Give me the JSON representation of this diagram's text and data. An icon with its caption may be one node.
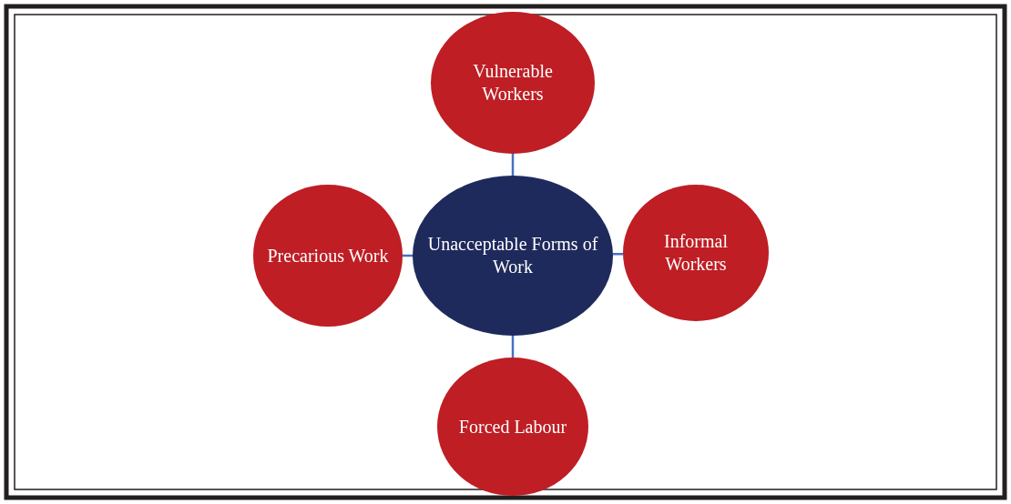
{
  "diagram": {
    "nodes": [
      {
        "text": [
          "Vulnerable Workers"
        ]
      },
      {
        "text": [
          "Precarious Work"
        ]
      },
      {
        "text": [
          "Unacceptable Forms of Work"
        ]
      },
      {
        "text": [
          "Informal Workers"
        ]
      },
      {
        "text": [
          "Forced Labour"
        ]
      }
    ],
    "edges": [
      {
        "from": 2,
        "to": 0,
        "arrow": "none"
      },
      {
        "from": 2,
        "to": 1,
        "arrow": "none"
      },
      {
        "from": 2,
        "to": 3,
        "arrow": "none"
      },
      {
        "from": 2,
        "to": 4,
        "arrow": "none"
      }
    ]
  }
}
